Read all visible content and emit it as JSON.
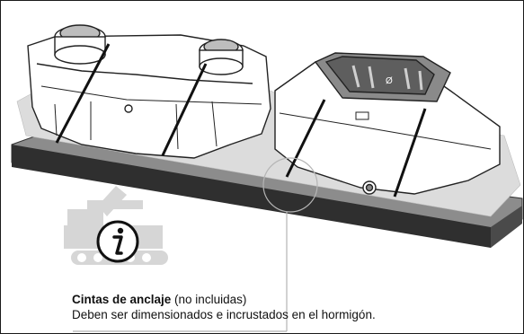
{
  "callout": {
    "title": "Cintas de anclaje",
    "title_suffix": " (no incluidas)",
    "description": "Deben ser dimensionados e incrustados en el hormigón."
  },
  "icons": {
    "info": "info-icon",
    "excavator": "excavator-icon"
  },
  "colors": {
    "slab_top": "#8c8c8c",
    "slab_side": "#2f2f2f",
    "gravel": "#d9d9d9",
    "tank_fill": "#ffffff",
    "outline": "#222222",
    "excavator": "#d6d6d6",
    "zoom_circle": "#b5b5b5"
  },
  "labels": {
    "lid_text": "Ø"
  }
}
